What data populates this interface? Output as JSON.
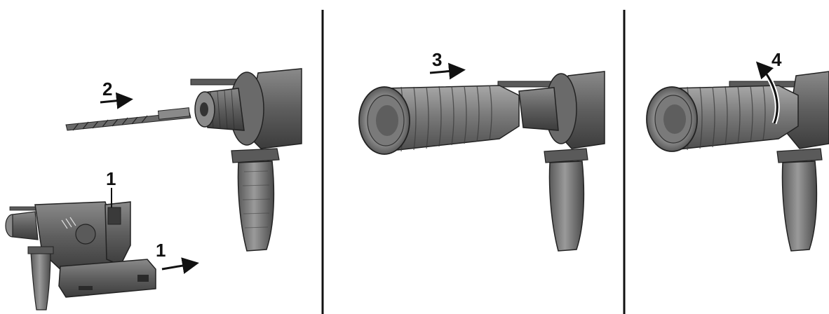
{
  "panels": [
    {
      "id": "panel-1",
      "labels": {
        "battery_release": "1",
        "battery_remove": "1",
        "insert_bit": "2"
      }
    },
    {
      "id": "panel-2",
      "labels": {
        "attach_dust_bellows": "3"
      }
    },
    {
      "id": "panel-3",
      "labels": {
        "rotate_bellows": "4"
      }
    }
  ],
  "colors": {
    "background": "#ffffff",
    "line": "#111111",
    "metal_dark": "#3a3a3a",
    "metal_mid": "#6b6b6b",
    "metal_light": "#9a9a9a",
    "rubber": "#7d7d7d"
  },
  "icons": [
    "rotary-hammer-drill",
    "drill-bit",
    "dust-bellows",
    "side-handle",
    "battery-pack",
    "arrow"
  ]
}
